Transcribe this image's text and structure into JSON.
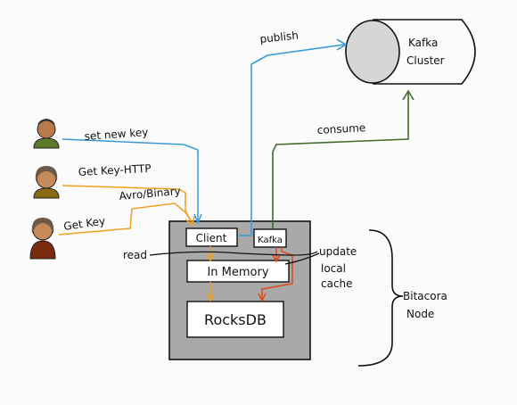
{
  "actors": [
    {
      "label": "set new key",
      "shirt": "#5b7a2a"
    },
    {
      "label": "Get Key-HTTP",
      "shirt": "#8a6a12"
    },
    {
      "label": "Get Key",
      "shirt": "#7a2a0e"
    }
  ],
  "labels": {
    "publish": "publish",
    "consume": "consume",
    "avro_binary": "Avro/Binary",
    "read": "read",
    "update": "update",
    "local": "local",
    "cache": "cache",
    "node_title_1": "Bitacora",
    "node_title_2": "Node"
  },
  "components": {
    "client": "Client",
    "kafka": "Kafka",
    "in_memory": "In Memory",
    "rocksdb": "RocksDB"
  },
  "cluster": {
    "line1": "Kafka",
    "line2": "Cluster"
  },
  "colors": {
    "publish_line": "#3a9ad6",
    "consume_line": "#3f6b23",
    "request_line": "#f0a020",
    "update_line": "#e0481a",
    "node_fill": "#a9a9a9"
  }
}
